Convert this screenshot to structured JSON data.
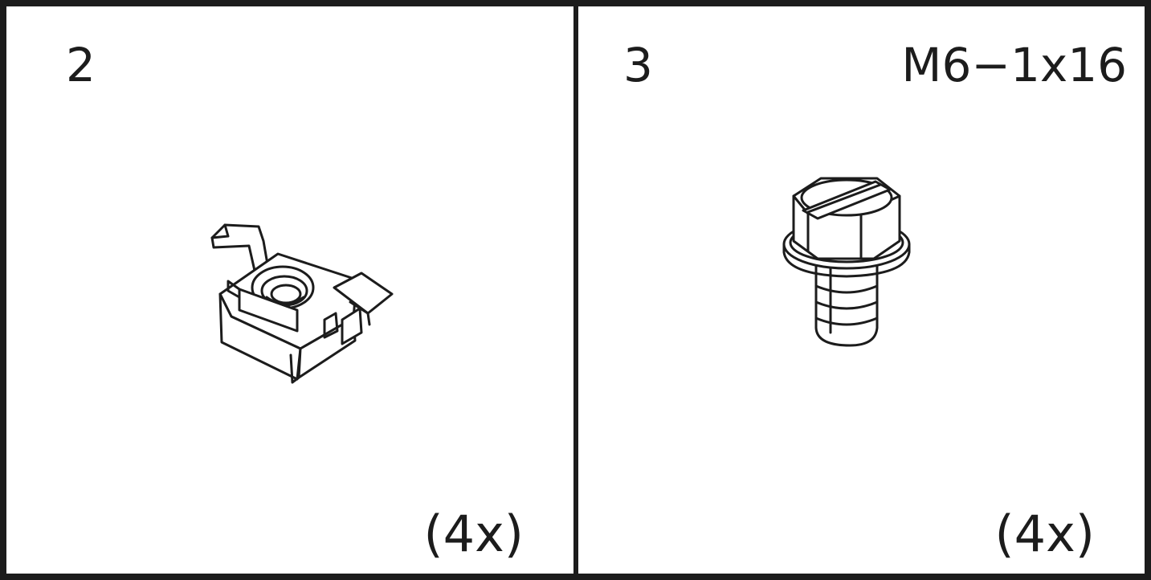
{
  "panels": [
    {
      "number": "2",
      "quantity": "(4x)",
      "part_icon": "cage-nut-icon"
    },
    {
      "number": "3",
      "spec": "M6−1x16",
      "quantity": "(4x)",
      "part_icon": "hex-flange-screw-icon"
    }
  ],
  "colors": {
    "line": "#1c1c1c",
    "background": "#ffffff"
  }
}
